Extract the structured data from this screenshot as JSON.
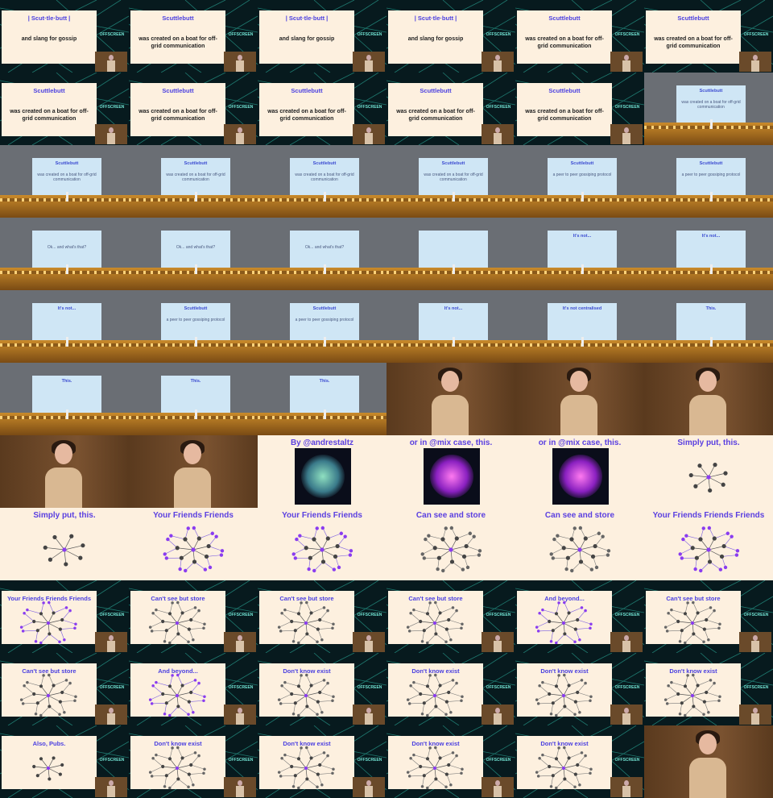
{
  "slides": {
    "scuttle": "| Scut·tle·butt |",
    "gossip": "and slang for gossip",
    "scuttlebutt": "Scuttlebutt",
    "boat": "was created on a boat for off-grid communication",
    "p2p": "a peer to peer gossiping protocol",
    "ok": "Ok... and what's that?",
    "itsnot": "It's not...",
    "notcentral": "It's not centralised",
    "this": "This.",
    "by": "By @andrestaltz",
    "mix": "or in @mix case, this.",
    "simply": "Simply put, this.",
    "ff": "Your Friends Friends",
    "cansee": "Can see and store",
    "fff": "Your Friends Friends Friends",
    "cantsee": "Can't see but store",
    "beyond": "And beyond...",
    "dontknow": "Don't know exist",
    "pubs": "Also, Pubs."
  },
  "logo": {
    "text": "OFFSCREEN"
  },
  "colors": {
    "accent": "#5a3fe0",
    "slide_bg": "#fdf0df",
    "node": "#444444",
    "purple": "#8a3cf0"
  }
}
